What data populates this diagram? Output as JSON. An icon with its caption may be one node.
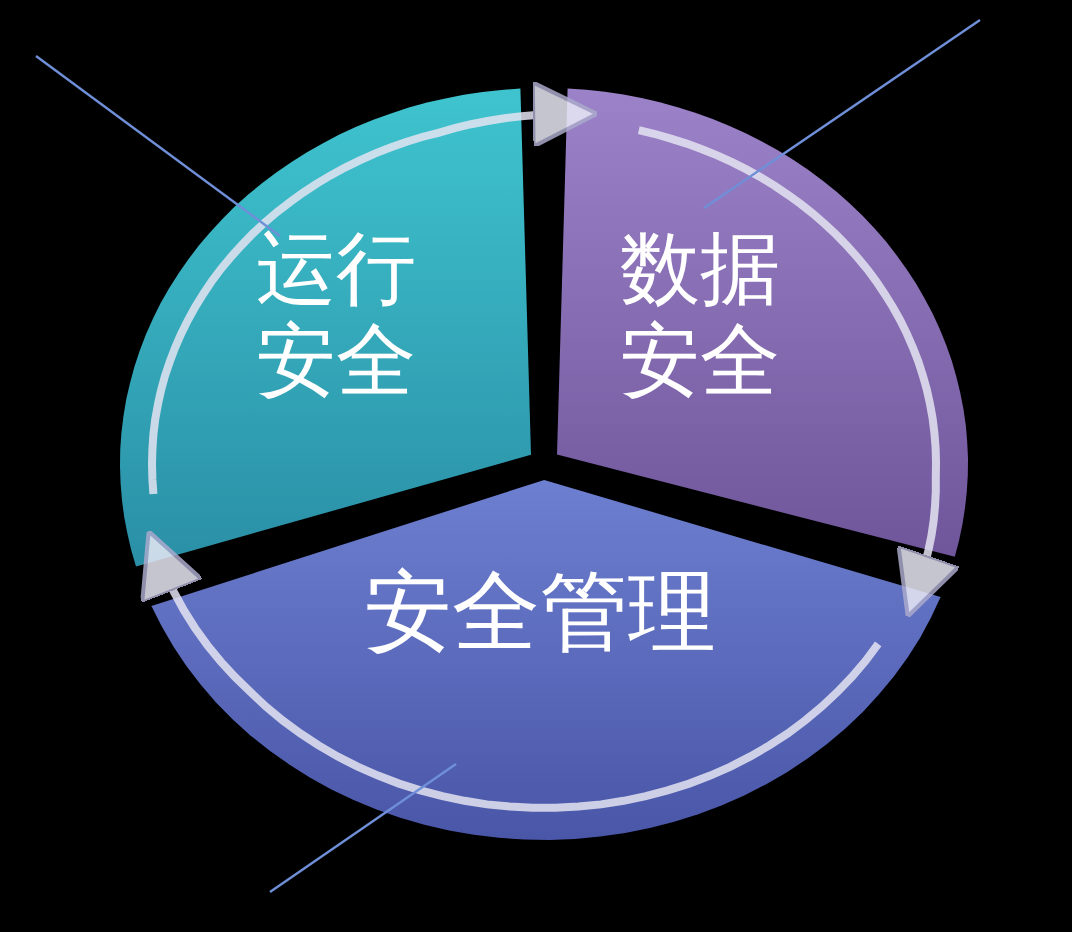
{
  "diagram": {
    "nodes": [
      {
        "text": [
          "运行安全"
        ]
      },
      {
        "text": [
          "数据安全"
        ]
      },
      {
        "text": [
          "安全管理"
        ]
      }
    ],
    "edges": [
      {
        "from": 0,
        "to": 1,
        "arrow": "to"
      },
      {
        "from": 1,
        "to": 2,
        "arrow": "to"
      },
      {
        "from": 2,
        "to": 0,
        "arrow": "to"
      }
    ]
  }
}
